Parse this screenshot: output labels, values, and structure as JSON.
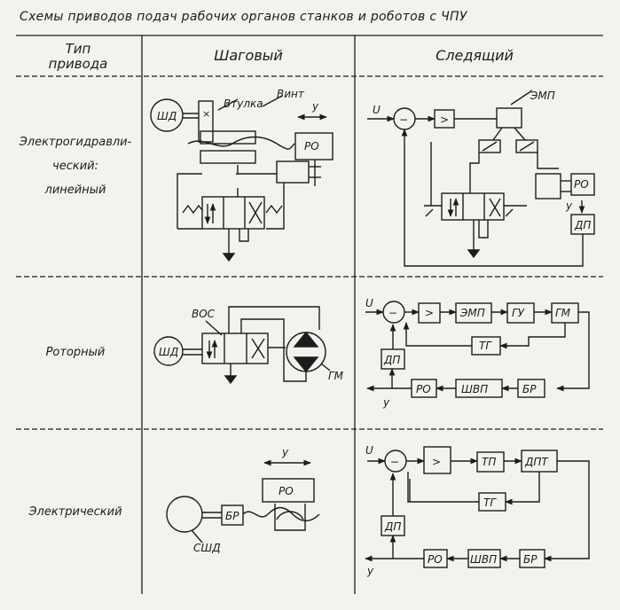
{
  "title": "Схемы приводов подач рабочих органов станков и роботов с ЧПУ",
  "header": {
    "type_col_line1": "Тип",
    "type_col_line2": "привода",
    "step_col": "Шаговый",
    "follow_col": "Следящий"
  },
  "rows": {
    "electrohydraulic": {
      "line1": "Электрогидравли-",
      "line2": "ческий:",
      "line3": "линейный"
    },
    "rotary": {
      "label": "Роторный"
    },
    "electric": {
      "label": "Электрический"
    }
  },
  "diagram_labels": {
    "shd": "ШД",
    "vtulka": "Втулка",
    "vint": "Винт",
    "ro": "РО",
    "y": "у",
    "u": "U",
    "emp": "ЭМП",
    "dp": "ДП",
    "voc": "ВОС",
    "gm": "ГМ",
    "gu": "ГУ",
    "tg": "ТГ",
    "shvp": "ШВП",
    "br": "БР",
    "tp": "ТП",
    "dpt": "ДПТ",
    "sshd": "СШД",
    "amp": ">",
    "minus": "−",
    "x": "×"
  }
}
